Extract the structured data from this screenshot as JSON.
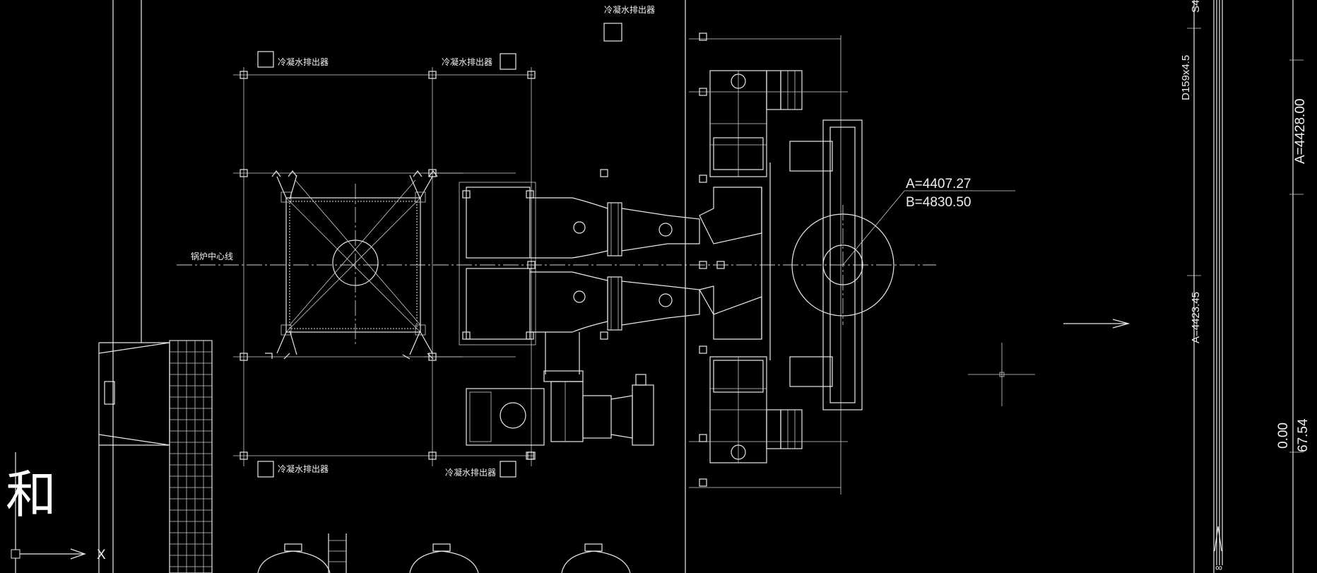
{
  "drawing": {
    "condensate_label": "冷凝水排出器",
    "boiler_centerline_label": "锅炉中心线",
    "coord_A1": "A=4407.27",
    "coord_B1": "B=4830.50",
    "pipe_spec": "D159x4.5",
    "coord_A_top": "A=4428.00",
    "coord_A_mid": "A=4423.45",
    "elev_1": "0.00",
    "elev_2": "67.54",
    "top_right_fragment": "S4",
    "big_char": "和",
    "axis_x_label": "X",
    "axis_scale_mark": "∞"
  },
  "colors": {
    "background": "#000000",
    "line": "#e8e8e8"
  }
}
